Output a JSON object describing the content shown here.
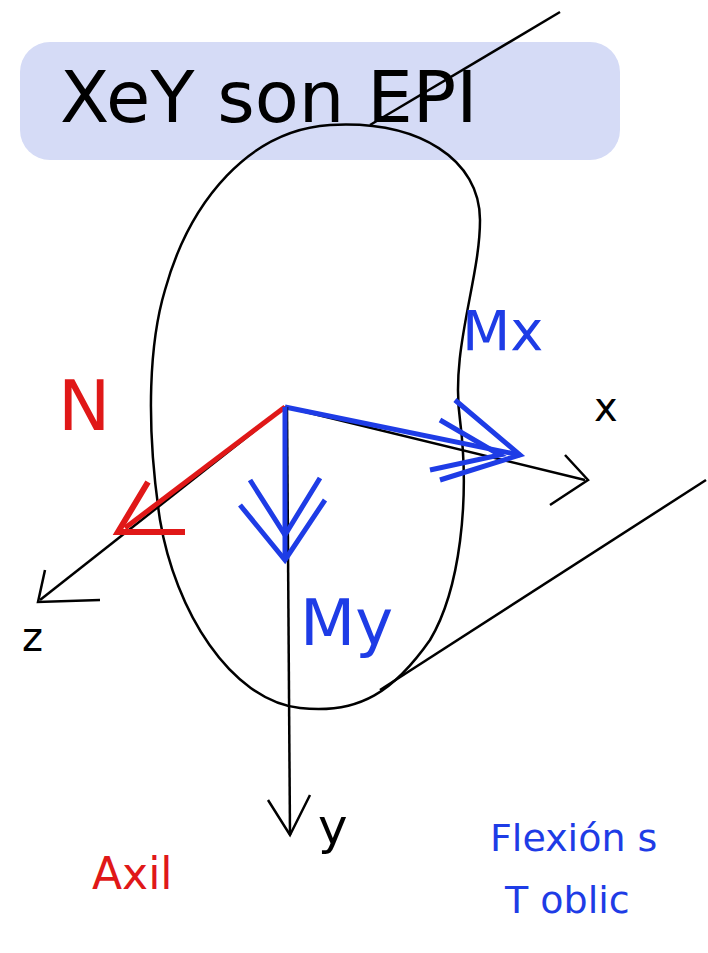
{
  "diagram": {
    "title": "XeY son EPI",
    "labels": [
      "N",
      "Mx",
      "x",
      "My",
      "z",
      "y",
      "Axil",
      "Flexión s",
      "T oblic"
    ]
  }
}
